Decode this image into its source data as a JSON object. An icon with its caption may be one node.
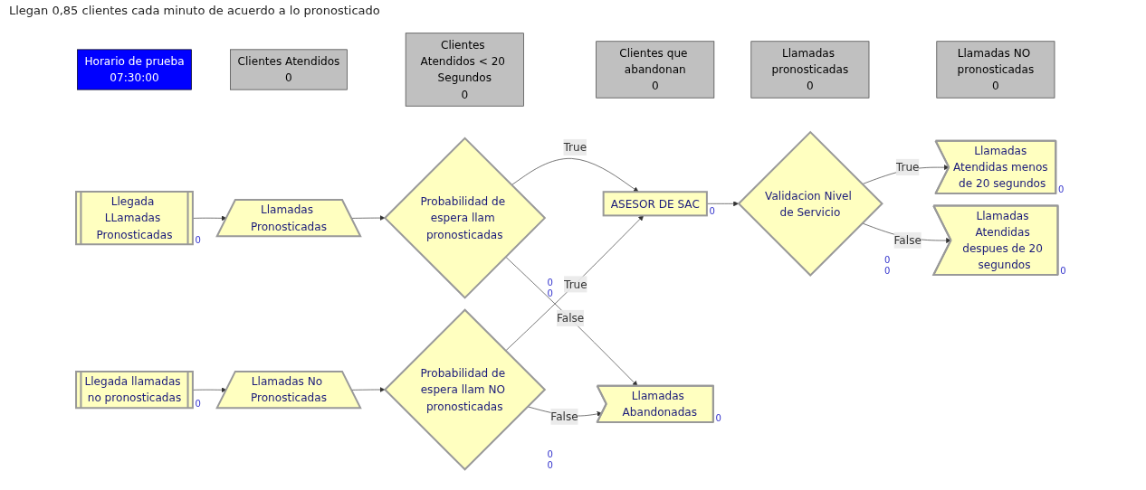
{
  "diagram": {
    "nodes": [
      {
        "text": [
          "Horario de prueba",
          "07:30:00"
        ]
      },
      {
        "text": [
          "Clientes Atendidos",
          "0"
        ]
      },
      {
        "text": [
          "Clientes Atendidos < 20 Segundos",
          "0"
        ]
      },
      {
        "text": [
          "Clientes que abandonan",
          "0"
        ]
      },
      {
        "text": [
          "Llamadas pronosticadas",
          "0"
        ]
      },
      {
        "text": [
          "Llegada LLamadas Pronosticadas"
        ],
        "beside": [
          "0"
        ]
      },
      {
        "text": [
          "Llamadas Pronosticadas"
        ]
      },
      {
        "text": [
          "Probabilidad de espera llam pronosticadas"
        ],
        "beside": [
          "0",
          "0"
        ]
      },
      {
        "text": [
          "ASESOR DE SAC"
        ],
        "beside": [
          "0"
        ]
      },
      {
        "text": [
          "Validacion Nivel de Servicio"
        ],
        "beside": [
          "0",
          "0"
        ]
      },
      {
        "text": [
          "Llamadas Atendidas menos de 20 segundos"
        ],
        "beside": [
          "0"
        ]
      },
      {
        "text": [
          "Llamadas Atendidas despues de 20 segundos"
        ],
        "beside": [
          "0"
        ]
      },
      {
        "text": [
          "Llamadas NO pronosticadas",
          "0"
        ]
      },
      {
        "text": [
          "Llegada llamadas no pronosticadas"
        ],
        "beside": [
          "0"
        ]
      },
      {
        "text": [
          "Llamadas No Pronosticadas"
        ]
      },
      {
        "text": [
          "Probabilidad de espera llam NO pronosticadas"
        ],
        "beside": [
          "0",
          "0"
        ]
      },
      {
        "text": [
          "Llamadas Abandonadas"
        ],
        "beside": [
          "0"
        ]
      }
    ],
    "edges": [
      {
        "from": 5,
        "to": 6,
        "arrow": "to"
      },
      {
        "from": 6,
        "to": 7,
        "arrow": "to"
      },
      {
        "from": 7,
        "to": 8,
        "arrow": "to",
        "label": "True"
      },
      {
        "from": 7,
        "to": 16,
        "arrow": "to",
        "label": "False"
      },
      {
        "from": 8,
        "to": 9,
        "arrow": "to"
      },
      {
        "from": 9,
        "to": 10,
        "arrow": "to",
        "label": "True"
      },
      {
        "from": 9,
        "to": 11,
        "arrow": "to",
        "label": "False"
      },
      {
        "from": 13,
        "to": 14,
        "arrow": "to"
      },
      {
        "from": 14,
        "to": 15,
        "arrow": "to"
      },
      {
        "from": 15,
        "to": 8,
        "arrow": "to",
        "label": "True"
      },
      {
        "from": 15,
        "to": 16,
        "arrow": "to",
        "label": "False"
      }
    ],
    "labels": [
      "Llegan 0,85 clientes cada minuto de acuerdo a lo pronosticado"
    ]
  }
}
